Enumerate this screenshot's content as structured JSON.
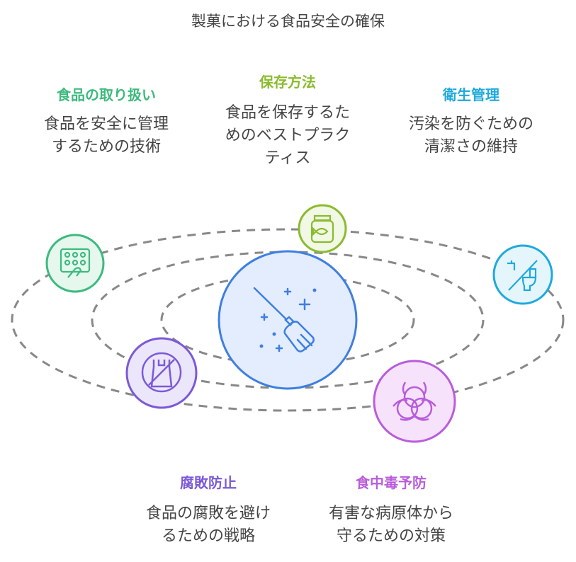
{
  "title": "製菓における食品安全の確保",
  "items": [
    {
      "heading": "食品の取り扱い",
      "desc1": "食品を安全に管理",
      "desc2": "するための技術",
      "color": "#3dba7e",
      "icon": "hand-grid-icon"
    },
    {
      "heading": "保存方法",
      "desc1": "食品を保存するた",
      "desc2": "めのベストプラク",
      "desc3": "ティス",
      "color": "#8bbb2e",
      "icon": "fish-jar-icon"
    },
    {
      "heading": "衛生管理",
      "desc1": "汚染を防ぐための",
      "desc2": "清潔さの維持",
      "color": "#1fa9dd",
      "icon": "faucet-toilet-icon"
    },
    {
      "heading": "腐敗防止",
      "desc1": "食品の腐敗を避け",
      "desc2": "るための戦略",
      "color": "#7b5ad6",
      "icon": "no-bag-icon"
    },
    {
      "heading": "食中毒予防",
      "desc1": "有害な病原体から",
      "desc2": "守るための対策",
      "color": "#b85ddb",
      "icon": "biohazard-icon"
    }
  ],
  "center": {
    "icon": "broom-icon",
    "color": "#3f7fe0"
  }
}
